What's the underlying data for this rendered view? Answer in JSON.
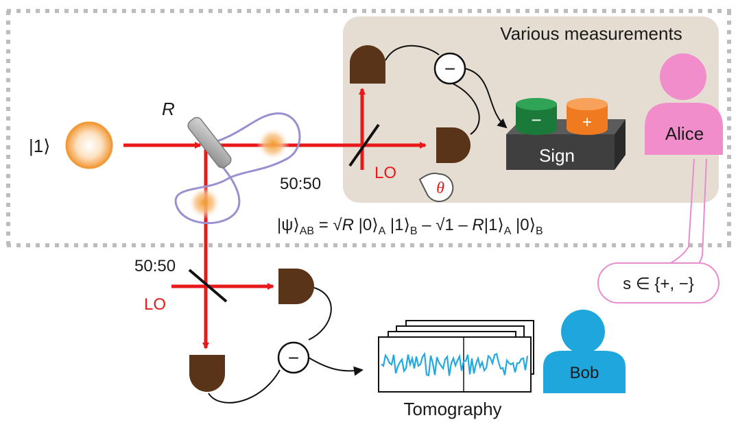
{
  "colors": {
    "beam": "#e8191b",
    "detector": "#5a3418",
    "panel": "#e6ddd2",
    "dotted_border": "#bdbdbd",
    "alice": "#f28dcc",
    "alice_bubble": "#e98bd0",
    "bob": "#1fa6dd",
    "trace": "#22a9e0",
    "photon": "#f39a2c",
    "green_cyl": "#1b7a3a",
    "orange_cyl": "#f07a1f",
    "base": "#3f3f3f",
    "loop": "#9a8fd0"
  },
  "icons": [
    "beam-splitter-icon",
    "detector-icon",
    "subtract-icon",
    "person-icon",
    "cylinder-icon",
    "arrow-icon"
  ],
  "labels": {
    "title_partial": "",
    "input_state": "|1⟩",
    "reflectivity": "R",
    "splitter_a": "50:50",
    "splitter_b": "50:50",
    "lo_a": "LO",
    "lo_b": "LO",
    "theta": "θ",
    "panel_title": "Various measurements",
    "sign": "Sign",
    "minus": "−",
    "plus": "+",
    "alice": "Alice",
    "bob": "Bob",
    "sign_set": "s ∈ {+, −}",
    "tomography": "Tomography",
    "subtract": "−"
  },
  "equation": {
    "psi": "|ψ⟩",
    "ab": "AB",
    "eq": " = √",
    "r1": "R",
    "k0a": " |0⟩",
    "a1": "A",
    "k1b": " |1⟩",
    "b1": "B",
    "minus": " – √1 – ",
    "r2": "R",
    "k1a": "|1⟩",
    "a2": "A",
    "k0b": " |0⟩",
    "b2": "B"
  }
}
